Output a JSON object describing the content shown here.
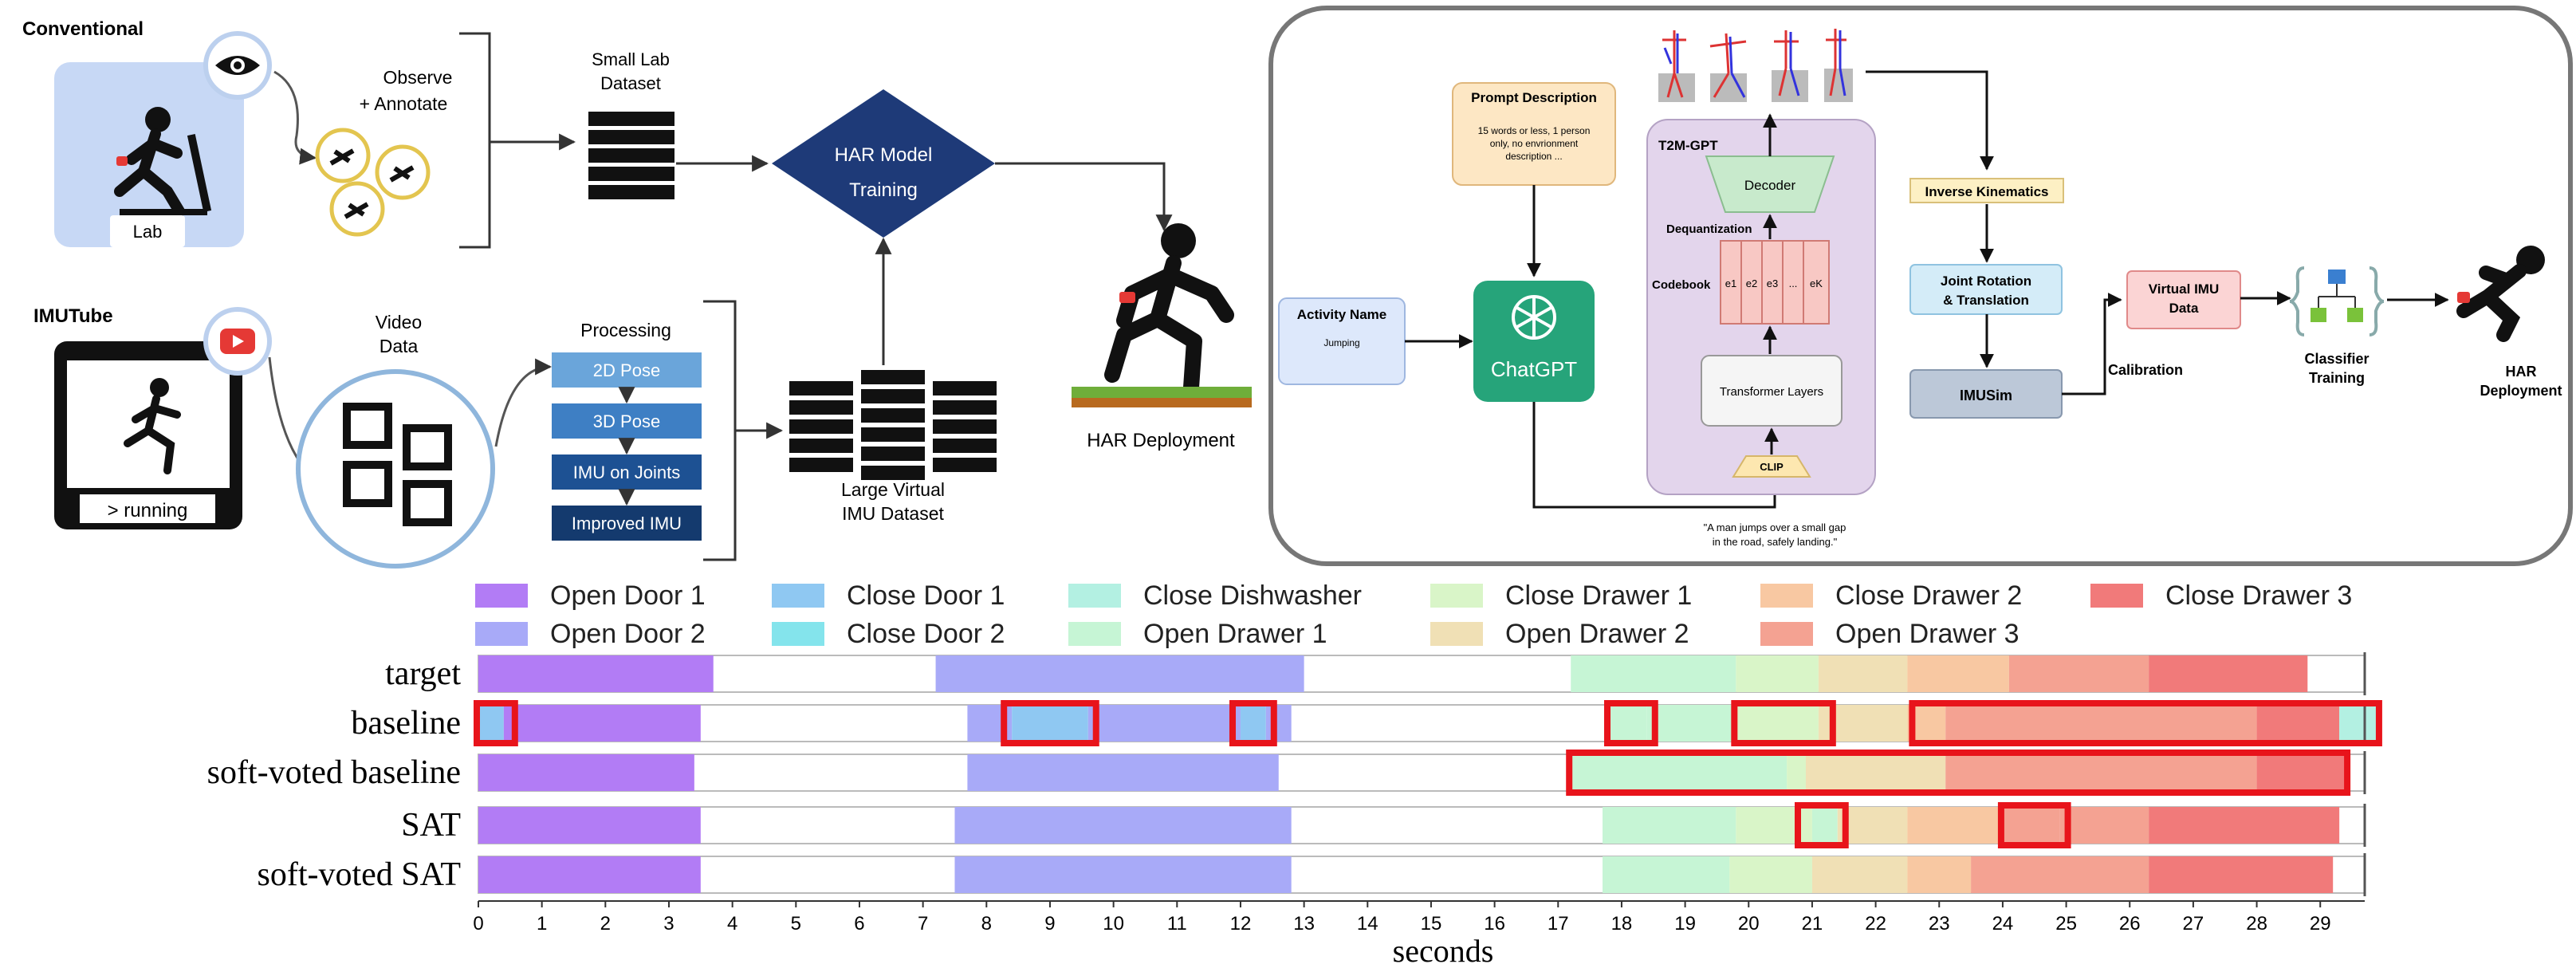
{
  "left_pipeline": {
    "conventional_label": "Conventional",
    "lab_label": "Lab",
    "observe_annotate": [
      "Observe",
      "+ Annotate"
    ],
    "small_lab_dataset": [
      "Small Lab",
      "Dataset"
    ],
    "har_model_training": [
      "HAR Model",
      "Training"
    ],
    "har_deployment": "HAR Deployment",
    "imutube_label": "IMUTube",
    "running_caption": "> running",
    "video_data": [
      "Video",
      "Data"
    ],
    "processing_title": "Processing",
    "processing_steps": [
      "2D Pose",
      "3D Pose",
      "IMU on Joints",
      "Improved IMU"
    ],
    "large_virtual_dataset": [
      "Large Virtual",
      "IMU Dataset"
    ]
  },
  "right_pipeline": {
    "prompt_description_title": "Prompt Description",
    "prompt_description_body": [
      "15 words or less, 1 person",
      "only, no envrionment",
      "description ..."
    ],
    "activity_name_title": "Activity Name",
    "activity_name_value": "Jumping",
    "chatgpt_label": "ChatGPT",
    "t2m_gpt_label": "T2M-GPT",
    "decoder_label": "Decoder",
    "dequantization_label": "Dequantization",
    "codebook_label": "Codebook",
    "codebook_cells": [
      "e1",
      "e2",
      "e3",
      "...",
      "eK"
    ],
    "transformer_layers_label": "Transformer Layers",
    "clip_label": "CLIP",
    "example_caption": [
      "\"A man jumps over a small gap",
      "in the road, safely landing.\""
    ],
    "inverse_kinematics_label": "Inverse Kinematics",
    "joint_rotation_label": [
      "Joint Rotation",
      "& Translation"
    ],
    "imusim_label": "IMUSim",
    "calibration_label": "Calibration",
    "virtual_imu_label": [
      "Virtual IMU",
      "Data"
    ],
    "classifier_training_label": [
      "Classifier",
      "Training"
    ],
    "har_deployment_label": [
      "HAR",
      "Deployment"
    ]
  },
  "chart_data": {
    "type": "timeline",
    "xlabel": "seconds",
    "xlim": [
      0,
      30
    ],
    "xticks": [
      0,
      1,
      2,
      3,
      4,
      5,
      6,
      7,
      8,
      9,
      10,
      11,
      12,
      13,
      14,
      15,
      16,
      17,
      18,
      19,
      20,
      21,
      22,
      23,
      24,
      25,
      26,
      27,
      28,
      29
    ],
    "legend": [
      {
        "name": "Open Door 1",
        "color": "#b27cf5"
      },
      {
        "name": "Close Door 1",
        "color": "#8fc8f2"
      },
      {
        "name": "Close Dishwasher",
        "color": "#b3f0e2"
      },
      {
        "name": "Close Drawer 1",
        "color": "#d9f5c8"
      },
      {
        "name": "Close Drawer 2",
        "color": "#f8c8a2"
      },
      {
        "name": "Close Drawer 3",
        "color": "#f17a7a"
      },
      {
        "name": "Open Door 2",
        "color": "#a8aaf8"
      },
      {
        "name": "Close Door 2",
        "color": "#84e4ec"
      },
      {
        "name": "Open Drawer 1",
        "color": "#c6f5d5"
      },
      {
        "name": "Open Drawer 2",
        "color": "#f0e0b5"
      },
      {
        "name": "Open Drawer 3",
        "color": "#f4a292"
      }
    ],
    "rows": [
      {
        "label": "target",
        "segments": [
          [
            0,
            3.7,
            "#b27cf5"
          ],
          [
            7.2,
            13.0,
            "#a8aaf8"
          ],
          [
            17.2,
            19.8,
            "#c6f5d5"
          ],
          [
            19.8,
            21.1,
            "#d9f5c8"
          ],
          [
            21.1,
            22.5,
            "#f0e0b5"
          ],
          [
            22.5,
            24.1,
            "#f8c8a2"
          ],
          [
            24.1,
            26.3,
            "#f4a292"
          ],
          [
            26.3,
            28.8,
            "#f17a7a"
          ]
        ],
        "highlights": []
      },
      {
        "label": "baseline",
        "segments": [
          [
            0,
            0.4,
            "#8fc8f2"
          ],
          [
            0.4,
            3.5,
            "#b27cf5"
          ],
          [
            7.7,
            8.4,
            "#a8aaf8"
          ],
          [
            8.4,
            9.6,
            "#8fc8f2"
          ],
          [
            9.6,
            12.0,
            "#a8aaf8"
          ],
          [
            12.0,
            12.4,
            "#8fc8f2"
          ],
          [
            12.4,
            12.8,
            "#a8aaf8"
          ],
          [
            17.8,
            18.4,
            "#c6f5d5"
          ],
          [
            18.4,
            19.8,
            "#c6f5d5"
          ],
          [
            19.8,
            21.1,
            "#d9f5c8"
          ],
          [
            21.1,
            22.5,
            "#f0e0b5"
          ],
          [
            22.5,
            23.1,
            "#f8c8a2"
          ],
          [
            23.1,
            28.0,
            "#f4a292"
          ],
          [
            28.0,
            29.3,
            "#f17a7a"
          ],
          [
            29.3,
            29.9,
            "#b3f0e2"
          ]
        ],
        "highlights": [
          [
            0,
            0.55
          ],
          [
            8.3,
            9.7
          ],
          [
            11.9,
            12.5
          ],
          [
            17.8,
            18.5
          ],
          [
            19.8,
            21.3
          ],
          [
            22.6,
            29.9
          ]
        ]
      },
      {
        "label": "soft-voted baseline",
        "segments": [
          [
            0,
            3.4,
            "#b27cf5"
          ],
          [
            7.7,
            12.6,
            "#a8aaf8"
          ],
          [
            17.2,
            20.6,
            "#c6f5d5"
          ],
          [
            20.6,
            20.9,
            "#d9f5c8"
          ],
          [
            20.9,
            23.1,
            "#f0e0b5"
          ],
          [
            23.1,
            28.0,
            "#f4a292"
          ],
          [
            28.0,
            29.4,
            "#f17a7a"
          ]
        ],
        "highlights": [
          [
            17.2,
            29.4
          ]
        ]
      },
      {
        "label": "SAT",
        "segments": [
          [
            0,
            3.5,
            "#b27cf5"
          ],
          [
            7.5,
            12.8,
            "#a8aaf8"
          ],
          [
            17.7,
            19.8,
            "#c6f5d5"
          ],
          [
            19.8,
            21.0,
            "#d9f5c8"
          ],
          [
            21.0,
            21.4,
            "#c6f5d5"
          ],
          [
            21.4,
            22.5,
            "#f0e0b5"
          ],
          [
            22.5,
            24.0,
            "#f8c8a2"
          ],
          [
            24.0,
            24.9,
            "#f4a292"
          ],
          [
            24.9,
            26.3,
            "#f4a292"
          ],
          [
            26.3,
            29.3,
            "#f17a7a"
          ]
        ],
        "highlights": [
          [
            20.8,
            21.5
          ],
          [
            24.0,
            25.0
          ]
        ]
      },
      {
        "label": "soft-voted SAT",
        "segments": [
          [
            0,
            3.5,
            "#b27cf5"
          ],
          [
            7.5,
            12.8,
            "#a8aaf8"
          ],
          [
            17.7,
            19.7,
            "#c6f5d5"
          ],
          [
            19.7,
            21.0,
            "#d9f5c8"
          ],
          [
            21.0,
            22.5,
            "#f0e0b5"
          ],
          [
            22.5,
            23.5,
            "#f8c8a2"
          ],
          [
            23.5,
            26.3,
            "#f4a292"
          ],
          [
            26.3,
            29.2,
            "#f17a7a"
          ]
        ],
        "highlights": []
      }
    ],
    "highlight_color": "#e8141b"
  }
}
